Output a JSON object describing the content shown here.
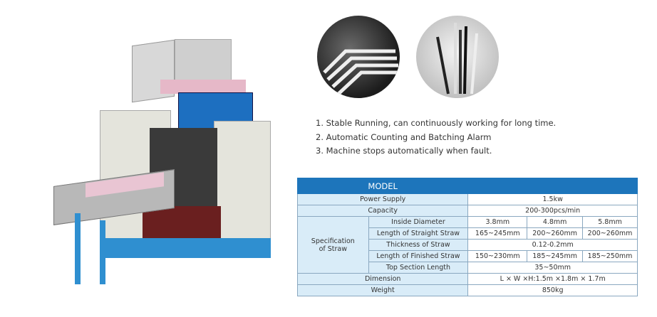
{
  "features": [
    "1. Stable Running, can continuously working for long time.",
    "2. Automatic Counting and Batching Alarm",
    "3. Machine stops automatically when fault."
  ],
  "table": {
    "header": "MODEL",
    "power_label": "Power Supply",
    "power": "1.5kw",
    "capacity_label": "Capacity",
    "capacity": "200-300pcs/min",
    "spec_label_1": "Specification",
    "spec_label_2": "of Straw",
    "inside_label": "Inside Diameter",
    "inside": [
      "3.8mm",
      "4.8mm",
      "5.8mm"
    ],
    "straight_label": "Length of Straight Straw",
    "straight": [
      "165~245mm",
      "200~260mm",
      "200~260mm"
    ],
    "thickness_label": "Thickness of Straw",
    "thickness": "0.12-0.2mm",
    "finished_label": "Length of Finished Straw",
    "finished": [
      "150~230mm",
      "185~245mm",
      "185~250mm"
    ],
    "top_label": "Top Section Length",
    "top": "35~50mm",
    "dimension_label": "Dimension",
    "dimension": "L × W ×H:1.5m ×1.8m × 1.7m",
    "weight_label": "Weight",
    "weight": "850kg"
  },
  "colors": {
    "header": "#1d75bb",
    "label_bg": "#d9ecf8",
    "machine_base": "#2f8fd0"
  }
}
